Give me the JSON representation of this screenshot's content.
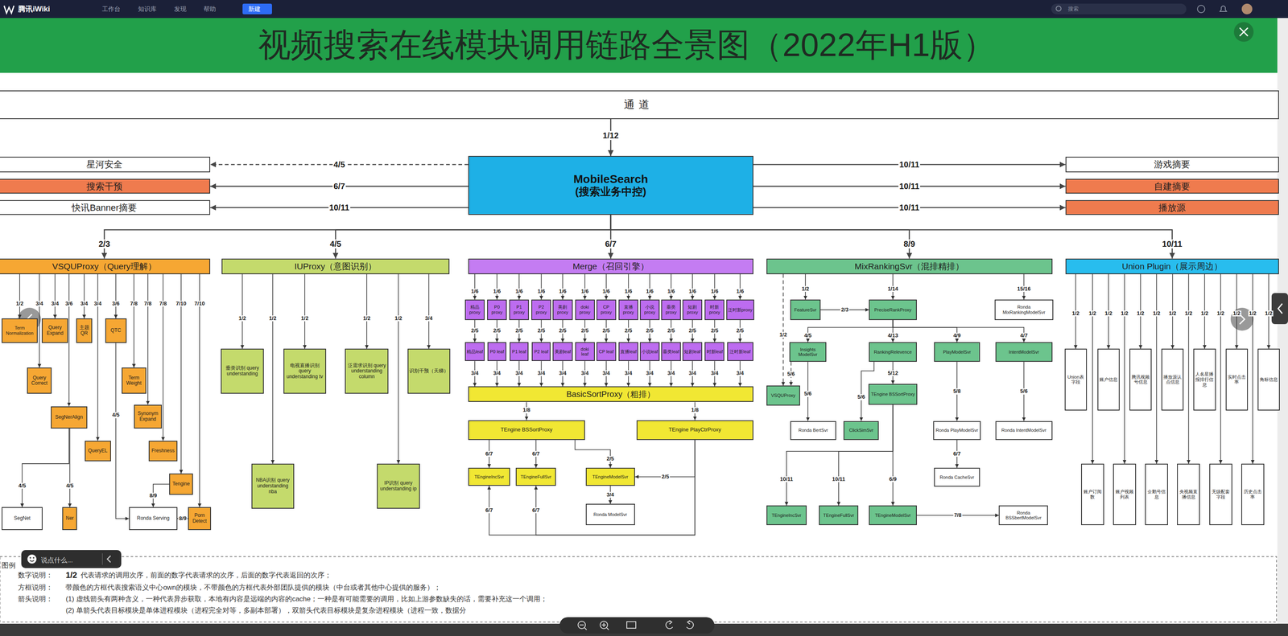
{
  "diagram": {
    "title": "视频搜索在线模块调用链路全景图（2022年H1版）",
    "nodes": [
      {
        "text": [
          "通道"
        ]
      },
      {
        "text": [
          "星河安全"
        ]
      },
      {
        "text": [
          "搜索干预"
        ]
      },
      {
        "text": [
          "快讯Banner摘要"
        ]
      },
      {
        "text": [
          "MobileSearch",
          "(搜索业务中控)"
        ]
      },
      {
        "text": [
          "游戏摘要"
        ]
      },
      {
        "text": [
          "自建摘要"
        ]
      },
      {
        "text": [
          "播放源"
        ]
      },
      {
        "text": [
          "VSQUProxy（Query理解）"
        ]
      },
      {
        "text": [
          "IUProxy（意图识别）"
        ]
      },
      {
        "text": [
          "Merge（召回引擎）"
        ]
      },
      {
        "text": [
          "MixRankingSvr（混排精排）"
        ]
      },
      {
        "text": [
          "Union Plugin（展示周边）"
        ]
      },
      {
        "text": [
          "Term Normalization"
        ]
      },
      {
        "text": [
          "Query Correct"
        ]
      },
      {
        "text": [
          "Query Expand"
        ]
      },
      {
        "text": [
          "SegNerAlign"
        ]
      },
      {
        "text": [
          "主题 QR"
        ]
      },
      {
        "text": [
          "QueryEL"
        ]
      },
      {
        "text": [
          "QTC"
        ]
      },
      {
        "text": [
          "Term Weight"
        ]
      },
      {
        "text": [
          "Synonym Expand"
        ]
      },
      {
        "text": [
          "Freshness"
        ]
      },
      {
        "text": [
          "Tengine"
        ]
      },
      {
        "text": [
          "Porn Detect"
        ]
      },
      {
        "text": [
          "SegNet"
        ]
      },
      {
        "text": [
          "Ner"
        ]
      },
      {
        "text": [
          "Ronda Serving"
        ]
      },
      {
        "text": [
          "垂类识别 query understanding"
        ]
      },
      {
        "text": [
          "NBA识别 query understanding nba"
        ]
      },
      {
        "text": [
          "电视直播识别 query understanding tv"
        ]
      },
      {
        "text": [
          "泛需求识别 query understanding column"
        ]
      },
      {
        "text": [
          "IP识别 query understanding ip"
        ]
      },
      {
        "text": [
          "识别干预（天梯）"
        ]
      },
      {
        "text": [
          "精品proxy"
        ]
      },
      {
        "text": [
          "P0 proxy"
        ]
      },
      {
        "text": [
          "P1 proxy"
        ]
      },
      {
        "text": [
          "P2 proxy"
        ]
      },
      {
        "text": [
          "美剧proxy"
        ]
      },
      {
        "text": [
          "doki proxy"
        ]
      },
      {
        "text": [
          "CP proxy"
        ]
      },
      {
        "text": [
          "直播proxy"
        ]
      },
      {
        "text": [
          "小说proxy"
        ]
      },
      {
        "text": [
          "垂类proxy"
        ]
      },
      {
        "text": [
          "短剧proxy"
        ]
      },
      {
        "text": [
          "时新proxy"
        ]
      },
      {
        "text": [
          "泛时新proxy"
        ]
      },
      {
        "text": [
          "精品leaf"
        ]
      },
      {
        "text": [
          "P0 leaf"
        ]
      },
      {
        "text": [
          "P1 leaf"
        ]
      },
      {
        "text": [
          "P2 leaf"
        ]
      },
      {
        "text": [
          "美剧leaf"
        ]
      },
      {
        "text": [
          "doki leaf"
        ]
      },
      {
        "text": [
          "CP leaf"
        ]
      },
      {
        "text": [
          "直播leaf"
        ]
      },
      {
        "text": [
          "小说leaf"
        ]
      },
      {
        "text": [
          "垂类leaf"
        ]
      },
      {
        "text": [
          "短剧leaf"
        ]
      },
      {
        "text": [
          "时新leaf"
        ]
      },
      {
        "text": [
          "泛时新leaf"
        ]
      },
      {
        "text": [
          "BasicSortProxy（粗排）"
        ]
      },
      {
        "text": [
          "TEngine BSSortProxy"
        ]
      },
      {
        "text": [
          "TEngine PlayCtrProxy"
        ]
      },
      {
        "text": [
          "TEngineIncSvr"
        ]
      },
      {
        "text": [
          "TEngineFullSvr"
        ]
      },
      {
        "text": [
          "TEngineModelSvr"
        ]
      },
      {
        "text": [
          "Ronda ModelSvr"
        ]
      },
      {
        "text": [
          "FeatureSvr"
        ]
      },
      {
        "text": [
          "PreciseRankProxy"
        ]
      },
      {
        "text": [
          "Ronda MixRankingModelSvr"
        ]
      },
      {
        "text": [
          "Insights ModelSvr"
        ]
      },
      {
        "text": [
          "RankingRelevence"
        ]
      },
      {
        "text": [
          "PlayModelSvr"
        ]
      },
      {
        "text": [
          "IntentModelSvr"
        ]
      },
      {
        "text": [
          "VSQUProxy"
        ]
      },
      {
        "text": [
          "Ronda BertSvr"
        ]
      },
      {
        "text": [
          "ClickSimSvr"
        ]
      },
      {
        "text": [
          "TEngine BSSortProxy"
        ]
      },
      {
        "text": [
          "Ronda PlayModelSvr"
        ]
      },
      {
        "text": [
          "Ronda IntentModelSvr"
        ]
      },
      {
        "text": [
          "Ronda CacheSvr"
        ]
      },
      {
        "text": [
          "TEngineIncSvr"
        ]
      },
      {
        "text": [
          "TEngineFullSvr"
        ]
      },
      {
        "text": [
          "TEngineModelSvr"
        ]
      },
      {
        "text": [
          "Ronda BSSbertModelSvr"
        ]
      },
      {
        "text": [
          "Union表字段"
        ]
      },
      {
        "text": [
          "账户信息"
        ]
      },
      {
        "text": [
          "腾讯视频号信息"
        ]
      },
      {
        "text": [
          "播放源认点信息"
        ]
      },
      {
        "text": [
          "人名星播报排行信息"
        ]
      },
      {
        "text": [
          "实时点击率"
        ]
      },
      {
        "text": [
          "角标信息"
        ]
      },
      {
        "text": [
          "账户订阅数"
        ]
      },
      {
        "text": [
          "账户视频列表"
        ]
      },
      {
        "text": [
          "企鹅号信息"
        ]
      },
      {
        "text": [
          "央视频直播信息"
        ]
      },
      {
        "text": [
          "无级配套字段"
        ]
      },
      {
        "text": [
          "历史点击率"
        ]
      }
    ],
    "edges": [
      {
        "from": 0,
        "to": 4,
        "label": "1/12",
        "arrow": "to"
      },
      {
        "from": 4,
        "to": 1,
        "label": "4/5",
        "arrow": "to"
      },
      {
        "from": 4,
        "to": 2,
        "label": "6/7",
        "arrow": "to"
      },
      {
        "from": 4,
        "to": 3,
        "label": "10/11",
        "arrow": "to"
      },
      {
        "from": 4,
        "to": 5,
        "label": "10/11",
        "arrow": "to"
      },
      {
        "from": 4,
        "to": 6,
        "label": "10/11",
        "arrow": "to"
      },
      {
        "from": 4,
        "to": 7,
        "label": "10/11",
        "arrow": "to"
      },
      {
        "from": 4,
        "to": 8,
        "label": "2/3",
        "arrow": "to"
      },
      {
        "from": 4,
        "to": 9,
        "label": "4/5",
        "arrow": "to"
      },
      {
        "from": 4,
        "to": 10,
        "label": "6/7",
        "arrow": "to"
      },
      {
        "from": 4,
        "to": 11,
        "label": "8/9",
        "arrow": "to"
      },
      {
        "from": 4,
        "to": 12,
        "label": "10/11",
        "arrow": "to"
      },
      {
        "from": 8,
        "to": 13,
        "label": "1/2",
        "arrow": "to"
      },
      {
        "from": 8,
        "to": 14,
        "label": "3/4",
        "arrow": "to"
      },
      {
        "from": 8,
        "to": 15,
        "label": "3/4",
        "arrow": "to"
      },
      {
        "from": 8,
        "to": 16,
        "label": "3/6",
        "arrow": "to"
      },
      {
        "from": 8,
        "to": 17,
        "label": "3/4",
        "arrow": "to"
      },
      {
        "from": 8,
        "to": 18,
        "label": "3/4",
        "arrow": "to"
      },
      {
        "from": 8,
        "to": 19,
        "label": "3/6",
        "arrow": "to"
      },
      {
        "from": 8,
        "to": 20,
        "label": "7/8",
        "arrow": "to"
      },
      {
        "from": 8,
        "to": 21,
        "label": "7/8",
        "arrow": "to"
      },
      {
        "from": 8,
        "to": 22,
        "label": "7/8",
        "arrow": "to"
      },
      {
        "from": 8,
        "to": 23,
        "label": "7/10",
        "arrow": "to"
      },
      {
        "from": 8,
        "to": 24,
        "label": "7/10",
        "arrow": "to"
      },
      {
        "from": 16,
        "to": 25,
        "label": "4/5",
        "arrow": "to"
      },
      {
        "from": 16,
        "to": 26,
        "label": "4/5",
        "arrow": "to"
      },
      {
        "from": 19,
        "to": 27,
        "label": "4/5",
        "arrow": "to"
      },
      {
        "from": 23,
        "to": 27,
        "label": "8/9",
        "arrow": "to"
      },
      {
        "from": 24,
        "to": 27,
        "label": "8/9",
        "arrow": "to"
      },
      {
        "from": 9,
        "to": 28,
        "label": "1/2",
        "arrow": "to"
      },
      {
        "from": 9,
        "to": 29,
        "label": "1/2",
        "arrow": "to"
      },
      {
        "from": 9,
        "to": 30,
        "label": "1/2",
        "arrow": "to"
      },
      {
        "from": 9,
        "to": 31,
        "label": "1/2",
        "arrow": "to"
      },
      {
        "from": 9,
        "to": 32,
        "label": "1/2",
        "arrow": "to"
      },
      {
        "from": 9,
        "to": 33,
        "label": "3/4",
        "arrow": "to"
      },
      {
        "from": 10,
        "to": 34,
        "label": "1/6",
        "arrow": "to"
      },
      {
        "from": 10,
        "to": 35,
        "label": "1/6",
        "arrow": "to"
      },
      {
        "from": 10,
        "to": 36,
        "label": "1/6",
        "arrow": "to"
      },
      {
        "from": 10,
        "to": 37,
        "label": "1/6",
        "arrow": "to"
      },
      {
        "from": 10,
        "to": 38,
        "label": "1/6",
        "arrow": "to"
      },
      {
        "from": 10,
        "to": 39,
        "label": "1/6",
        "arrow": "to"
      },
      {
        "from": 10,
        "to": 40,
        "label": "1/6",
        "arrow": "to"
      },
      {
        "from": 10,
        "to": 41,
        "label": "1/6",
        "arrow": "to"
      },
      {
        "from": 10,
        "to": 42,
        "label": "1/6",
        "arrow": "to"
      },
      {
        "from": 10,
        "to": 43,
        "label": "1/6",
        "arrow": "to"
      },
      {
        "from": 10,
        "to": 44,
        "label": "1/6",
        "arrow": "to"
      },
      {
        "from": 10,
        "to": 45,
        "label": "1/6",
        "arrow": "to"
      },
      {
        "from": 10,
        "to": 46,
        "label": "1/6",
        "arrow": "to"
      },
      {
        "from": 34,
        "to": 47,
        "label": "2/5",
        "arrow": "to"
      },
      {
        "from": 35,
        "to": 48,
        "label": "2/5",
        "arrow": "to"
      },
      {
        "from": 36,
        "to": 49,
        "label": "2/5",
        "arrow": "to"
      },
      {
        "from": 37,
        "to": 50,
        "label": "2/5",
        "arrow": "to"
      },
      {
        "from": 38,
        "to": 51,
        "label": "2/5",
        "arrow": "to"
      },
      {
        "from": 39,
        "to": 52,
        "label": "2/5",
        "arrow": "to"
      },
      {
        "from": 40,
        "to": 53,
        "label": "2/5",
        "arrow": "to"
      },
      {
        "from": 41,
        "to": 54,
        "label": "2/5",
        "arrow": "to"
      },
      {
        "from": 42,
        "to": 55,
        "label": "2/5",
        "arrow": "to"
      },
      {
        "from": 43,
        "to": 56,
        "label": "2/5",
        "arrow": "to"
      },
      {
        "from": 44,
        "to": 57,
        "label": "2/5",
        "arrow": "to"
      },
      {
        "from": 45,
        "to": 58,
        "label": "2/5",
        "arrow": "to"
      },
      {
        "from": 46,
        "to": 59,
        "label": "2/5",
        "arrow": "to"
      },
      {
        "from": 47,
        "to": 60,
        "label": "3/4",
        "arrow": "to"
      },
      {
        "from": 48,
        "to": 60,
        "label": "3/4",
        "arrow": "to"
      },
      {
        "from": 49,
        "to": 60,
        "label": "3/4",
        "arrow": "to"
      },
      {
        "from": 50,
        "to": 60,
        "label": "3/4",
        "arrow": "to"
      },
      {
        "from": 51,
        "to": 60,
        "label": "3/4",
        "arrow": "to"
      },
      {
        "from": 52,
        "to": 60,
        "label": "3/4",
        "arrow": "to"
      },
      {
        "from": 53,
        "to": 60,
        "label": "3/4",
        "arrow": "to"
      },
      {
        "from": 54,
        "to": 60,
        "label": "3/4",
        "arrow": "to"
      },
      {
        "from": 55,
        "to": 60,
        "label": "3/4",
        "arrow": "to"
      },
      {
        "from": 56,
        "to": 60,
        "label": "3/4",
        "arrow": "to"
      },
      {
        "from": 57,
        "to": 60,
        "label": "3/4",
        "arrow": "to"
      },
      {
        "from": 58,
        "to": 60,
        "label": "3/4",
        "arrow": "to"
      },
      {
        "from": 59,
        "to": 60,
        "label": "3/4",
        "arrow": "to"
      },
      {
        "from": 60,
        "to": 61,
        "label": "1/8",
        "arrow": "to"
      },
      {
        "from": 60,
        "to": 62,
        "label": "1/8",
        "arrow": "to"
      },
      {
        "from": 61,
        "to": 63,
        "label": "6/7",
        "arrow": "to"
      },
      {
        "from": 61,
        "to": 64,
        "label": "6/7",
        "arrow": "to"
      },
      {
        "from": 61,
        "to": 65,
        "label": "2/5",
        "arrow": "to"
      },
      {
        "from": 62,
        "to": 65,
        "label": "2/5",
        "arrow": "to"
      },
      {
        "from": 62,
        "to": 63,
        "label": "6/7",
        "arrow": "to"
      },
      {
        "from": 62,
        "to": 64,
        "label": "6/7",
        "arrow": "to"
      },
      {
        "from": 65,
        "to": 66,
        "label": "3/4",
        "arrow": "to"
      },
      {
        "from": 11,
        "to": 67,
        "label": "1/2",
        "arrow": "to"
      },
      {
        "from": 11,
        "to": 68,
        "label": "1/14",
        "arrow": "to"
      },
      {
        "from": 11,
        "to": 69,
        "label": "15/16",
        "arrow": "to"
      },
      {
        "from": 67,
        "to": 68,
        "label": "2/3",
        "arrow": "to"
      },
      {
        "from": 11,
        "to": 74,
        "label": "1/2",
        "arrow": "to"
      },
      {
        "from": 68,
        "to": 70,
        "label": "4/5",
        "arrow": "to"
      },
      {
        "from": 68,
        "to": 71,
        "label": "4/13",
        "arrow": "to"
      },
      {
        "from": 68,
        "to": 72,
        "label": "4/9",
        "arrow": "to"
      },
      {
        "from": 68,
        "to": 73,
        "label": "4/7",
        "arrow": "to"
      },
      {
        "from": 70,
        "to": 74,
        "label": "5/6",
        "arrow": "to"
      },
      {
        "from": 70,
        "to": 75,
        "label": "5/6",
        "arrow": "to"
      },
      {
        "from": 71,
        "to": 76,
        "label": "5/6",
        "arrow": "to"
      },
      {
        "from": 71,
        "to": 77,
        "label": "5/12",
        "arrow": "to"
      },
      {
        "from": 77,
        "to": 81,
        "label": "10/11",
        "arrow": "to"
      },
      {
        "from": 77,
        "to": 82,
        "label": "10/11",
        "arrow": "to"
      },
      {
        "from": 77,
        "to": 83,
        "label": "6/9",
        "arrow": "to"
      },
      {
        "from": 83,
        "to": 84,
        "label": "7/8",
        "arrow": "to"
      },
      {
        "from": 72,
        "to": 78,
        "label": "5/8",
        "arrow": "to"
      },
      {
        "from": 78,
        "to": 80,
        "label": "6/7",
        "arrow": "to"
      },
      {
        "from": 73,
        "to": 79,
        "label": "5/6",
        "arrow": "to"
      },
      {
        "from": 12,
        "to": 85,
        "label": "1/2",
        "arrow": "to"
      },
      {
        "from": 12,
        "to": 86,
        "label": "1/2",
        "arrow": "to"
      },
      {
        "from": 12,
        "to": 87,
        "label": "1/2",
        "arrow": "to"
      },
      {
        "from": 12,
        "to": 88,
        "label": "1/2",
        "arrow": "to"
      },
      {
        "from": 12,
        "to": 89,
        "label": "1/2",
        "arrow": "to"
      },
      {
        "from": 12,
        "to": 90,
        "label": "1/2",
        "arrow": "to"
      },
      {
        "from": 12,
        "to": 91,
        "label": "1/2",
        "arrow": "to"
      },
      {
        "from": 12,
        "to": 92,
        "label": "1/2",
        "arrow": "to"
      },
      {
        "from": 12,
        "to": 93,
        "label": "1/2",
        "arrow": "to"
      },
      {
        "from": 12,
        "to": 94,
        "label": "1/2",
        "arrow": "to"
      },
      {
        "from": 12,
        "to": 95,
        "label": "1/2",
        "arrow": "to"
      },
      {
        "from": 12,
        "to": 96,
        "label": "1/2",
        "arrow": "to"
      },
      {
        "from": 12,
        "to": 97,
        "label": "1/2",
        "arrow": "to"
      }
    ],
    "labels": [
      "腾讯iWiki",
      "工作台",
      "知识库",
      "发现",
      "帮助",
      "新建",
      "搜索",
      "图例",
      "数字说明：",
      "1/2",
      "代表请求的调用次序，前面的数字代表请求的次序，后面的数字代表返回的次序；",
      "方框说明：",
      "带颜色的方框代表搜索语义中心own的模块，不带颜色的方框代表外部团队提供的模块（中台或者其他中心提供的服务）；",
      "箭头说明：",
      "(1) 虚线箭头有两种含义，一种代表异步获取，本地有内容是远端的内容的cache；一种是有可能需要的调用，比如上游参数缺失的话，需要补充这一个调用；",
      "(2) 单箭头代表目标模块是单体进程模块（进程完全对等，多副本部署），双箭头代表目标模块是复杂进程模块（进程一致，数据分",
      "说点什么..."
    ]
  }
}
